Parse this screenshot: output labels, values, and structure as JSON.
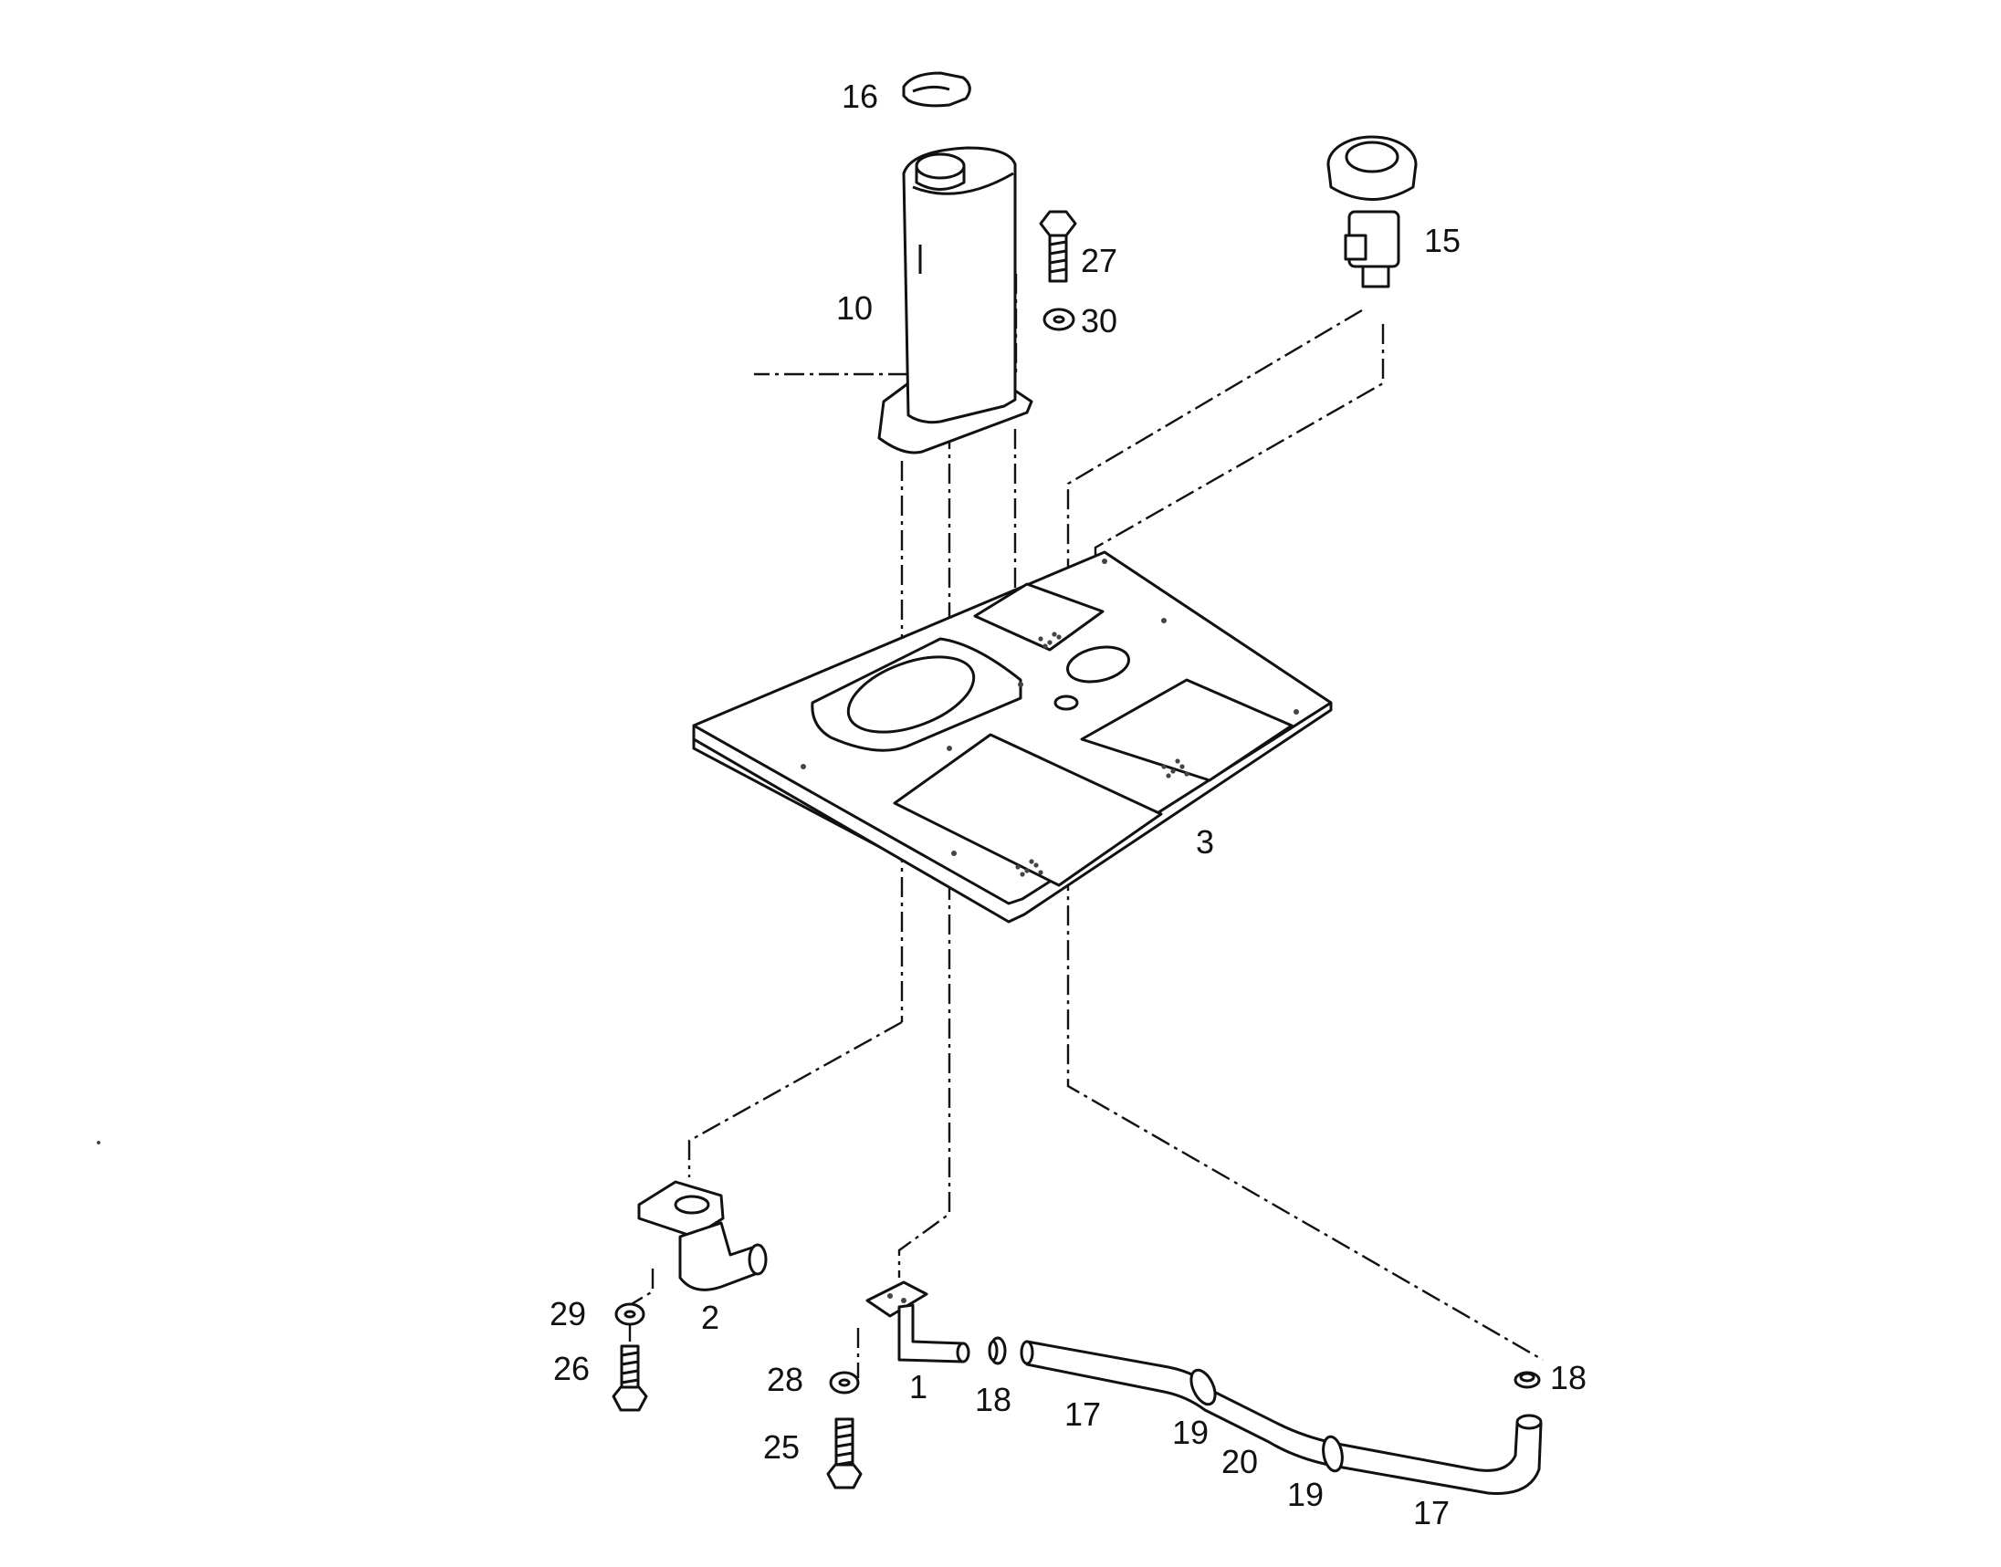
{
  "diagram": {
    "callouts": {
      "p16": "16",
      "p10": "10",
      "p27": "27",
      "p30": "30",
      "p15": "15",
      "p3": "3",
      "p29": "29",
      "p2": "2",
      "p26": "26",
      "p28": "28",
      "p1": "1",
      "p18a": "18",
      "p17a": "17",
      "p19a": "19",
      "p20": "20",
      "p19b": "19",
      "p17b": "17",
      "p18b": "18",
      "p25": "25"
    }
  }
}
